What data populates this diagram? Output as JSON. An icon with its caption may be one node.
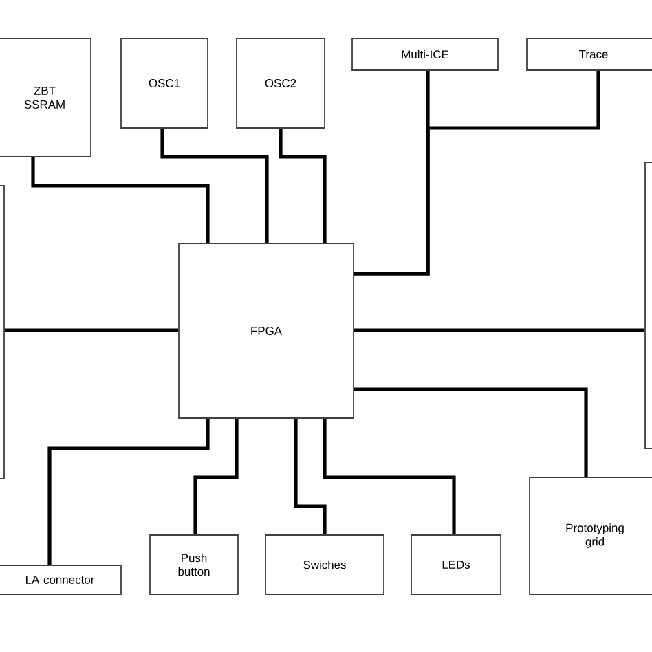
{
  "diagram": {
    "nodes": [
      {
        "text": [
          "ZBT SSRAM"
        ]
      },
      {
        "text": [
          "OSC1"
        ]
      },
      {
        "text": [
          "OSC2"
        ]
      },
      {
        "text": [
          "Multi-ICE"
        ]
      },
      {
        "text": [
          "Trace"
        ]
      },
      {
        "text": [],
        "shape": "box"
      },
      {
        "text": [
          "FPGA"
        ]
      },
      {
        "text": [],
        "shape": "box"
      },
      {
        "text": [
          "Prototyping grid"
        ]
      },
      {
        "text": [
          "LA connector"
        ]
      },
      {
        "text": [
          "Push button"
        ]
      },
      {
        "text": [
          "Swiches"
        ]
      },
      {
        "text": [
          "LEDs"
        ]
      }
    ],
    "edges": [
      {
        "from": 0,
        "to": 6,
        "arrow": "none"
      },
      {
        "from": 1,
        "to": 6,
        "arrow": "none"
      },
      {
        "from": 2,
        "to": 6,
        "arrow": "none"
      },
      {
        "from": 3,
        "to": 6,
        "arrow": "none"
      },
      {
        "from": 4,
        "to": 6,
        "arrow": "none"
      },
      {
        "from": 5,
        "to": 6,
        "arrow": "none"
      },
      {
        "from": 6,
        "to": 7,
        "arrow": "none"
      },
      {
        "from": 6,
        "to": 8,
        "arrow": "none"
      },
      {
        "from": 6,
        "to": 9,
        "arrow": "none"
      },
      {
        "from": 6,
        "to": 10,
        "arrow": "none"
      },
      {
        "from": 6,
        "to": 11,
        "arrow": "none"
      },
      {
        "from": 6,
        "to": 12,
        "arrow": "none"
      }
    ]
  }
}
